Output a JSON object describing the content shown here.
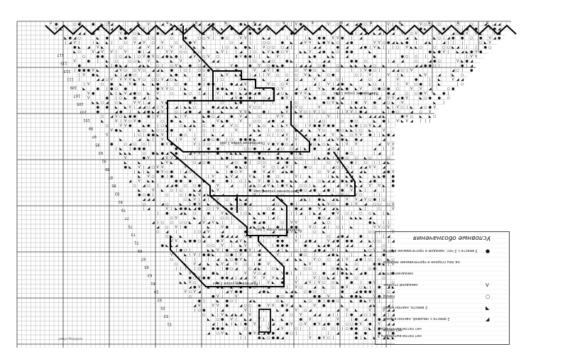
{
  "legend": {
    "title": "Условные обозначения",
    "items": [
      {
        "symbol": "●",
        "label": "3 вместе с 2 пот. накидом и протягивание вместе"
      },
      {
        "symbol": "",
        "label": "на лиц стороне и протягивание лицевой"
      },
      {
        "symbol": "",
        "label": "накидная петля"
      },
      {
        "symbol": "V",
        "label": "накидной столбик"
      },
      {
        "symbol": "○",
        "label": "накид"
      },
      {
        "symbol": "◣",
        "label": "2 вместе, наклон влево"
      },
      {
        "symbol": "◢",
        "label": "2 вместе с лицевой, наклон вправо"
      },
      {
        "symbol": "",
        "label": "нет петли"
      }
    ]
  },
  "notes": [
    {
      "text": "Повторение узора 1 раз"
    },
    {
      "text": "Повторение узора 1 раз"
    },
    {
      "text": "Повторение узора 1 раз"
    },
    {
      "text": "Повторение узора 1 раз"
    },
    {
      "text": "Повторение узора 1 раз"
    }
  ],
  "bottom_notes": [
    {
      "text": "нет петли выполнить 3"
    },
    {
      "text": "нет петли выполнить 3"
    }
  ],
  "row_numbers_left": [
    "117",
    "115",
    "113",
    "111",
    "109",
    "107",
    "105",
    "103",
    "101",
    "99",
    "97",
    "95",
    "93",
    "91",
    "89",
    "87",
    "85",
    "83",
    "81",
    "79",
    "77",
    "75",
    "73",
    "71",
    "69",
    "67",
    "65",
    "63",
    "61",
    "59",
    "57",
    "55",
    "53",
    "51"
  ],
  "top_counts": [
    "2",
    "3",
    "5",
    "6",
    "9",
    "6",
    "9",
    "6",
    "9",
    "6",
    "6",
    "9",
    "6",
    "9",
    "6",
    "9"
  ],
  "credit": "knitting-chart",
  "watermark": "",
  "colors": {
    "grid": "#9a9a9a",
    "grid_major": "#333333",
    "outline": "#000000",
    "symbol": "#111111"
  }
}
